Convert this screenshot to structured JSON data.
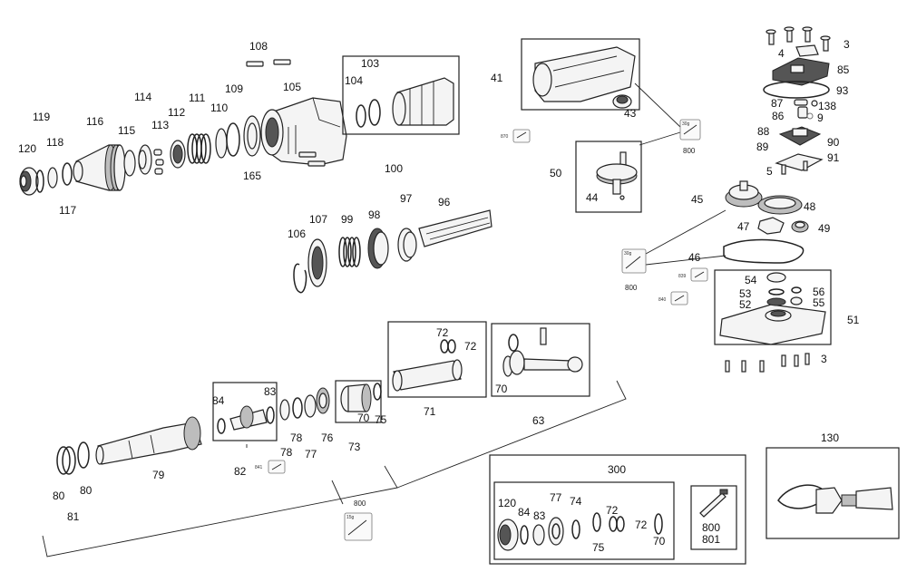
{
  "callouts": {
    "c108": "108",
    "c103": "103",
    "c104": "104",
    "c105": "105",
    "c114": "114",
    "c111": "111",
    "c109": "109",
    "c119": "119",
    "c116": "116",
    "c112": "112",
    "c110": "110",
    "c113": "113",
    "c115": "115",
    "c118": "118",
    "c120": "120",
    "c165": "165",
    "c100": "100",
    "c117": "117",
    "c41": "41",
    "c43": "43",
    "c50": "50",
    "c44": "44",
    "c3a": "3",
    "c4": "4",
    "c85": "85",
    "c93": "93",
    "c87": "87",
    "c138": "138",
    "c86": "86",
    "c9": "9",
    "c88": "88",
    "c90": "90",
    "c89": "89",
    "c91": "91",
    "c5": "5",
    "c45": "45",
    "c48": "48",
    "c47": "47",
    "c49": "49",
    "c46": "46",
    "c54": "54",
    "c53": "53",
    "c56": "56",
    "c52": "52",
    "c55": "55",
    "c51": "51",
    "c3b": "3",
    "c107": "107",
    "c99": "99",
    "c98": "98",
    "c97": "97",
    "c96": "96",
    "c106": "106",
    "c72a": "72",
    "c72b": "72",
    "c71": "71",
    "c70a": "70",
    "c63": "63",
    "c84a": "84",
    "c83a": "83",
    "c70b": "70",
    "c75a": "75",
    "c78a": "78",
    "c78b": "78",
    "c77a": "77",
    "c76": "76",
    "c73": "73",
    "c82": "82",
    "c79": "79",
    "c80a": "80",
    "c80b": "80",
    "c81": "81",
    "c300": "300",
    "c120b": "120",
    "c84b": "84",
    "c83b": "83",
    "c77b": "77",
    "c74": "74",
    "c72c": "72",
    "c72d": "72",
    "c75b": "75",
    "c70c": "70",
    "c800a": "800",
    "c800b": "800",
    "c800c": "800",
    "c800d": "800",
    "c801": "801",
    "c130": "130"
  },
  "grease_labels": {
    "g870": "870",
    "g839": "839",
    "g840": "840",
    "g841": "841",
    "g30a": "30g",
    "g30b": "30g",
    "g15": "15g"
  }
}
